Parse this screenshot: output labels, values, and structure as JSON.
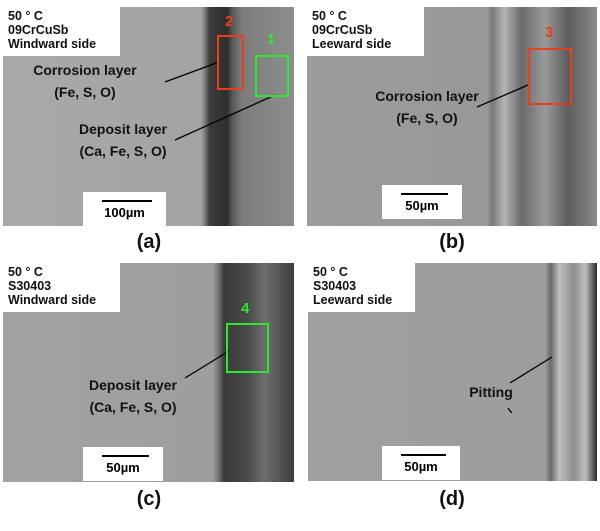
{
  "panels": {
    "a": {
      "caption": "(a)",
      "temperature": "50 ° C",
      "material": "09CrCuSb",
      "side": "Windward side",
      "scale": "100µm",
      "labels": {
        "corrosion_title": "Corrosion layer",
        "corrosion_elements": "(Fe, S, O)",
        "deposit_title": "Deposit layer",
        "deposit_elements": "(Ca, Fe, S, O)"
      },
      "markers": [
        "2",
        "1"
      ]
    },
    "b": {
      "caption": "(b)",
      "temperature": "50 ° C",
      "material": "09CrCuSb",
      "side": "Leeward side",
      "scale": "50µm",
      "labels": {
        "corrosion_title": "Corrosion layer",
        "corrosion_elements": "(Fe, S, O)"
      },
      "markers": [
        "3"
      ]
    },
    "c": {
      "caption": "(c)",
      "temperature": "50 ° C",
      "material": "S30403",
      "side": "Windward side",
      "scale": "50µm",
      "labels": {
        "deposit_title": "Deposit layer",
        "deposit_elements": "(Ca, Fe, S, O)"
      },
      "markers": [
        "4"
      ]
    },
    "d": {
      "caption": "(d)",
      "temperature": "50 ° C",
      "material": "S30403",
      "side": "Leeward side",
      "scale": "50µm",
      "labels": {
        "pitting": "Pitting"
      }
    }
  },
  "colors": {
    "corrosion_box": "#e8401c",
    "deposit_box": "#2ee82e",
    "substrate": "#a6a6a6"
  }
}
